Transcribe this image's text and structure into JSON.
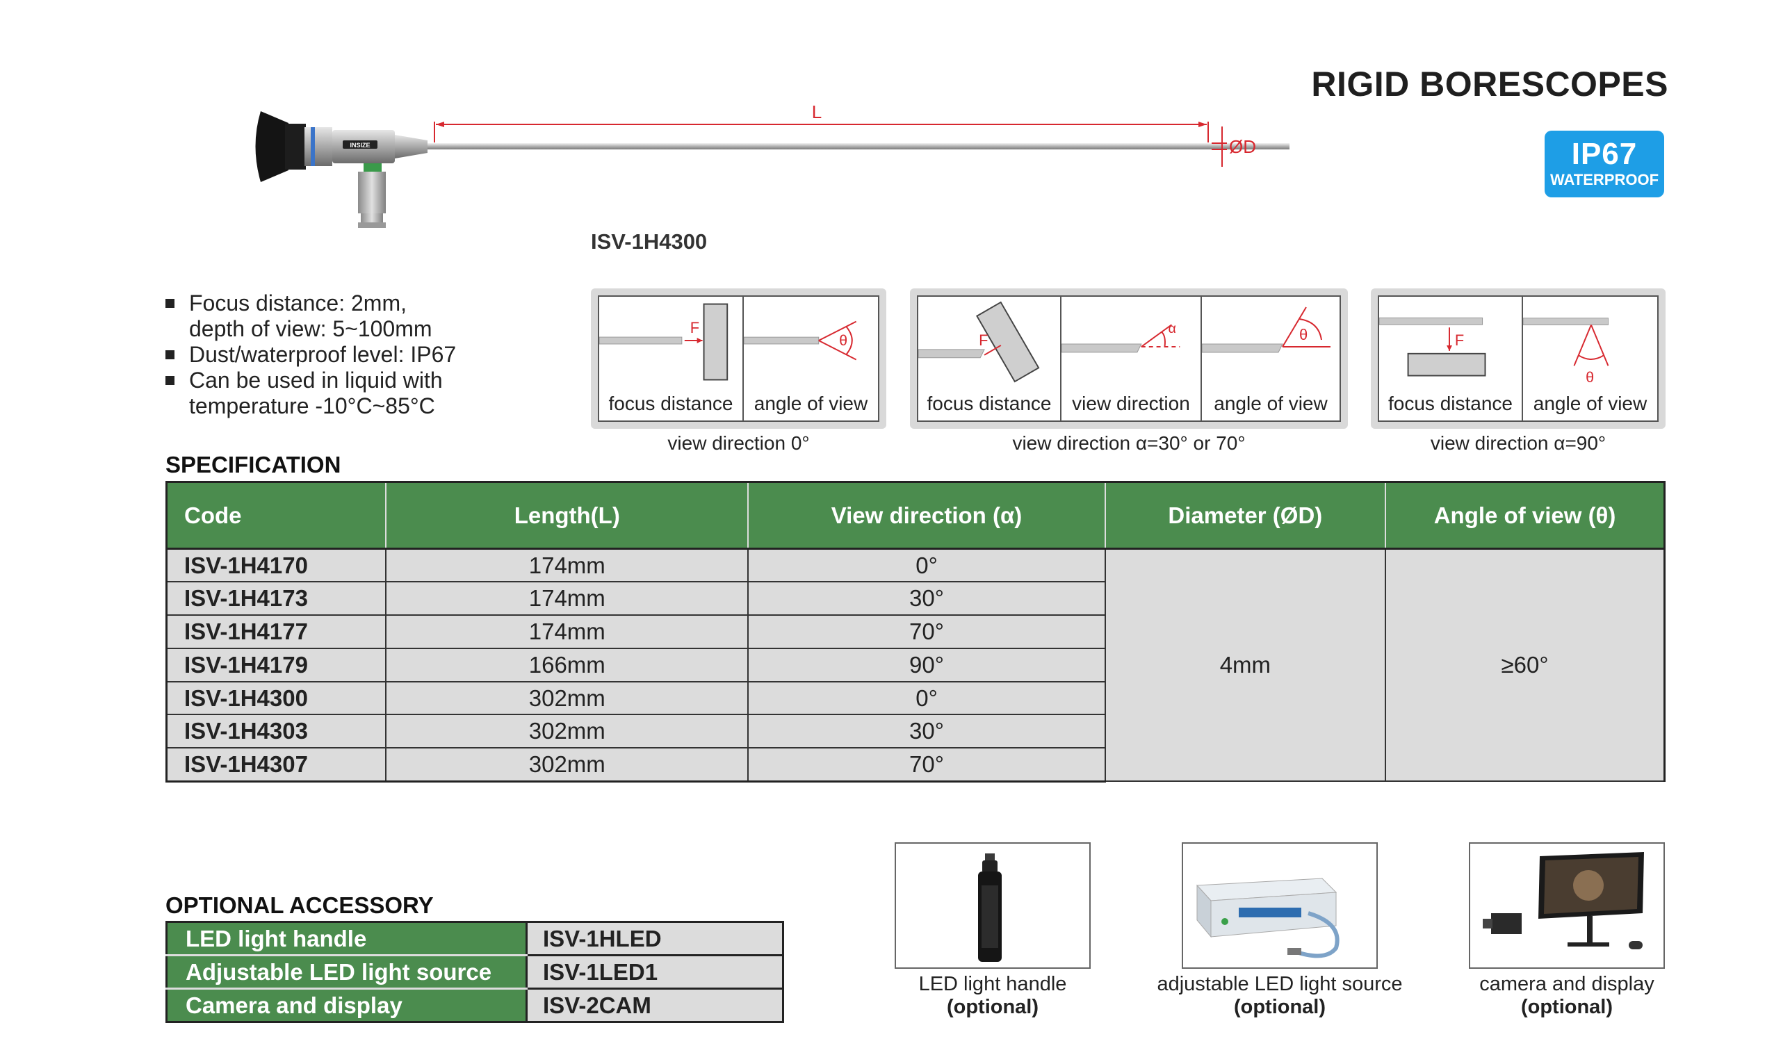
{
  "header": {
    "title": "RIGID BORESCOPES",
    "badge_main": "IP67",
    "badge_sub": "WATERPROOF"
  },
  "product": {
    "model": "ISV-1H4300",
    "brand_mark": "INSIZE",
    "dim_length_label": "L",
    "dim_diameter_label": "ØD"
  },
  "features": [
    "Focus distance: 2mm,",
    "depth of view: 5~100mm",
    "Dust/waterproof level: IP67",
    "Can be used in liquid with",
    "temperature -10°C~85°C"
  ],
  "diagrams": [
    {
      "caption": "view direction 0°",
      "cells": [
        {
          "label": "focus distance",
          "symbol": "F"
        },
        {
          "label": "angle of view",
          "symbol": "θ"
        }
      ]
    },
    {
      "caption": "view direction α=30° or 70°",
      "cells": [
        {
          "label": "focus distance",
          "symbol": "F"
        },
        {
          "label": "view direction",
          "symbol": "α"
        },
        {
          "label": "angle of view",
          "symbol": "θ"
        }
      ]
    },
    {
      "caption": "view direction α=90°",
      "cells": [
        {
          "label": "focus distance",
          "symbol": "F"
        },
        {
          "label": "angle of view",
          "symbol": "θ"
        }
      ]
    }
  ],
  "spec": {
    "heading": "SPECIFICATION",
    "columns": [
      "Code",
      "Length(L)",
      "View direction (α)",
      "Diameter (ØD)",
      "Angle of view (θ)"
    ],
    "rows": [
      {
        "code": "ISV-1H4170",
        "length": "174mm",
        "view": "0°"
      },
      {
        "code": "ISV-1H4173",
        "length": "174mm",
        "view": "30°"
      },
      {
        "code": "ISV-1H4177",
        "length": "174mm",
        "view": "70°"
      },
      {
        "code": "ISV-1H4179",
        "length": "166mm",
        "view": "90°"
      },
      {
        "code": "ISV-1H4300",
        "length": "302mm",
        "view": "0°"
      },
      {
        "code": "ISV-1H4303",
        "length": "302mm",
        "view": "30°"
      },
      {
        "code": "ISV-1H4307",
        "length": "302mm",
        "view": "70°"
      }
    ],
    "diameter": "4mm",
    "angle": "≥60°"
  },
  "accessory": {
    "heading": "OPTIONAL ACCESSORY",
    "rows": [
      {
        "name": "LED light handle",
        "code": "ISV-1HLED"
      },
      {
        "name": "Adjustable LED light source",
        "code": "ISV-1LED1"
      },
      {
        "name": "Camera and display",
        "code": "ISV-2CAM"
      }
    ],
    "images": [
      {
        "caption": "LED light handle",
        "note": "(optional)"
      },
      {
        "caption": "adjustable LED light source",
        "note": "(optional)"
      },
      {
        "caption": "camera and display",
        "note": "(optional)"
      }
    ]
  },
  "colors": {
    "green": "#4b8c4e",
    "badge_blue": "#1e9ee6",
    "dimension_red": "#d7282f"
  }
}
